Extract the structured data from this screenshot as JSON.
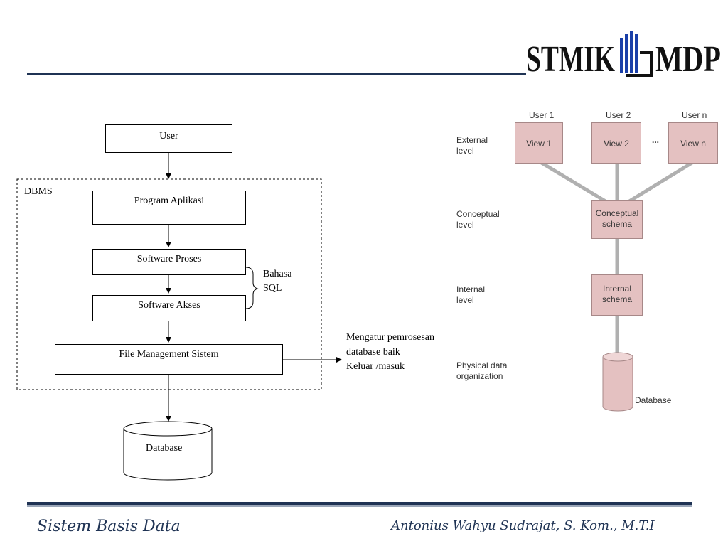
{
  "logo": {
    "left": "STMIK",
    "right": "MDP"
  },
  "left_diagram": {
    "user": "User",
    "dbms": "DBMS",
    "program": "Program Aplikasi",
    "software_proses": "Software Proses",
    "software_akses": "Software Akses",
    "bahasa": "Bahasa",
    "sql": "SQL",
    "file_mgmt": "File Management Sistem",
    "database": "Database",
    "note_line1": "Mengatur pemrosesan",
    "note_line2": "database baik",
    "note_line3": "Keluar /masuk"
  },
  "right_diagram": {
    "user1": "User 1",
    "user2": "User 2",
    "usern": "User n",
    "view1": "View 1",
    "view2": "View 2",
    "viewn": "View n",
    "ellipsis": "...",
    "external_1": "External",
    "external_2": "level",
    "conceptual_1": "Conceptual",
    "conceptual_2": "level",
    "internal_1": "Internal",
    "internal_2": "level",
    "physical_1": "Physical data",
    "physical_2": "organization",
    "conceptual_schema_1": "Conceptual",
    "conceptual_schema_2": "schema",
    "internal_schema_1": "Internal",
    "internal_schema_2": "schema",
    "database": "Database"
  },
  "footer": {
    "left": "Sistem Basis Data",
    "right": "Antonius Wahyu Sudrajat, S. Kom., M.T.I"
  },
  "colors": {
    "rule": "#1f3354",
    "node_fill": "#e4c1c1",
    "connector": "#b0b0b0"
  }
}
